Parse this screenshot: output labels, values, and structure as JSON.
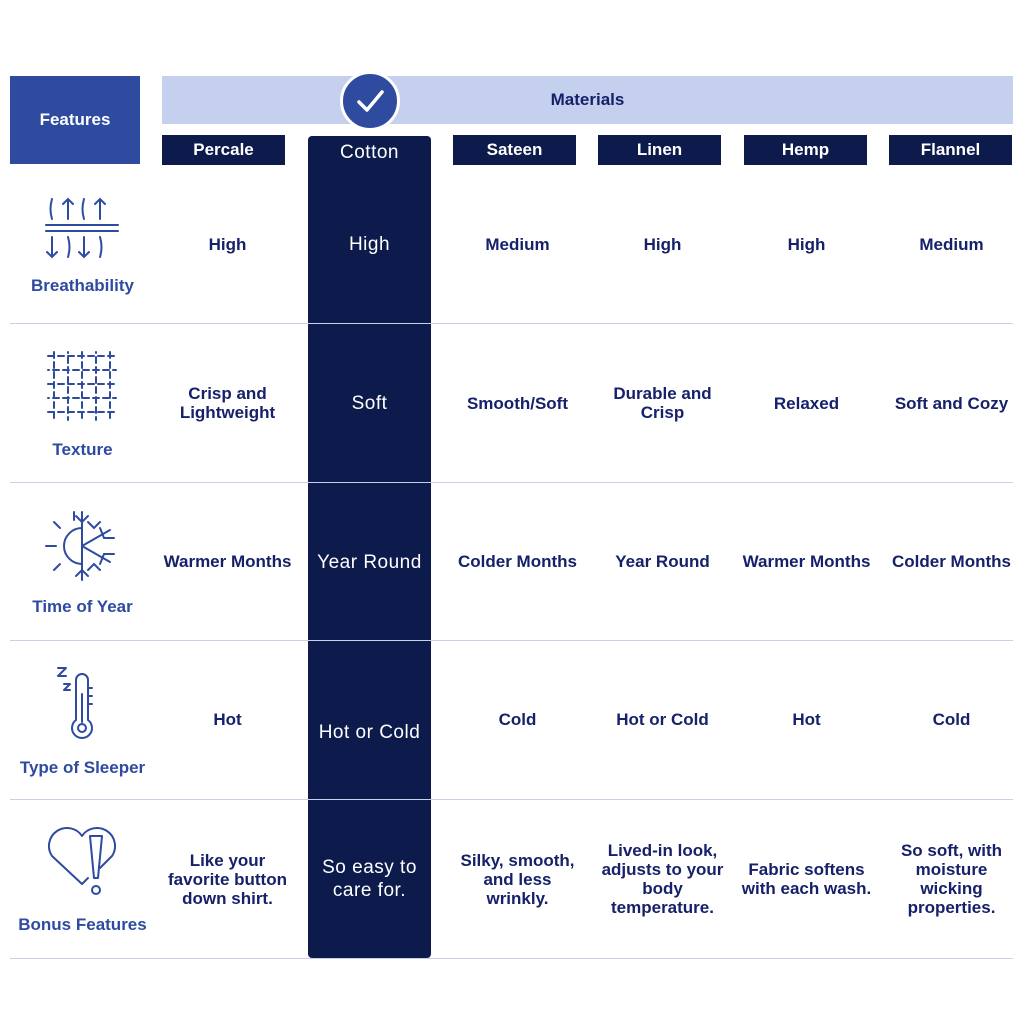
{
  "header": {
    "features_label": "Features",
    "materials_label": "Materials",
    "check_icon": "checkmark-icon"
  },
  "materials": [
    "Percale",
    "Cotton",
    "Sateen",
    "Linen",
    "Hemp",
    "Flannel"
  ],
  "colors": {
    "navy": "#0d1a4c",
    "royal_blue": "#2e4ba0",
    "light_blue": "#c4d0ee",
    "text_navy": "#16216a"
  },
  "rows": [
    {
      "feature": "Breathability",
      "icon": "breathability-arrows-icon",
      "values": [
        "High",
        "High",
        "Medium",
        "High",
        "High",
        "Medium"
      ]
    },
    {
      "feature": "Texture",
      "icon": "weave-texture-icon",
      "values": [
        "Crisp and Lightweight",
        "Soft",
        "Smooth/Soft",
        "Durable and Crisp",
        "Relaxed",
        "Soft and Cozy"
      ]
    },
    {
      "feature": "Time of Year",
      "icon": "sun-snowflake-icon",
      "values": [
        "Warmer Months",
        "Year Round",
        "Colder Months",
        "Year Round",
        "Warmer Months",
        "Colder Months"
      ]
    },
    {
      "feature": "Type of Sleeper",
      "icon": "thermometer-sleep-icon",
      "values": [
        "Hot",
        "Hot or Cold",
        "Cold",
        "Hot or Cold",
        "Hot",
        "Cold"
      ]
    },
    {
      "feature": "Bonus Features",
      "icon": "heart-exclamation-icon",
      "values": [
        "Like your favorite button down shirt.",
        "So easy to care for.",
        "Silky, smooth, and less wrinkly.",
        "Lived-in look, adjusts to your body temperature.",
        "Fabric softens with each wash.",
        "So soft, with moisture wicking properties."
      ]
    }
  ]
}
